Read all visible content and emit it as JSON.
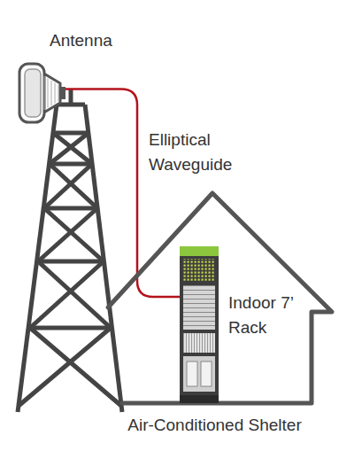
{
  "diagram": {
    "nodes": [
      {
        "text": [
          "Antenna"
        ]
      },
      {
        "text": [
          "Air-Conditioned Shelter"
        ]
      },
      {
        "text": [
          "Indoor 7’ Rack"
        ],
        "in": 1
      }
    ],
    "edges": [
      {
        "from": 0,
        "to": 2,
        "arrow": "none",
        "label": "Elliptical Waveguide"
      }
    ]
  }
}
